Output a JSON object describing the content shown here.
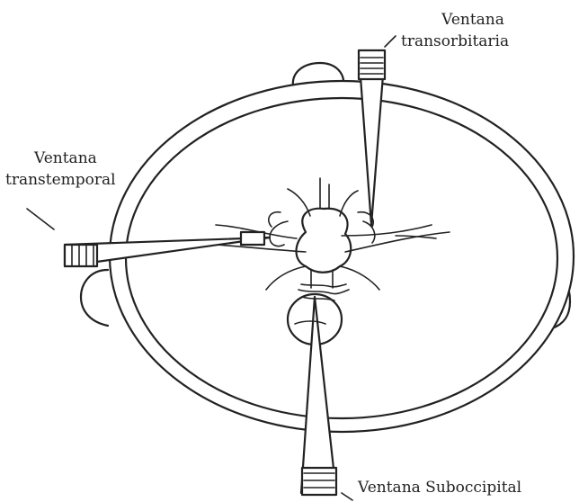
{
  "labels": {
    "transorbital": [
      "Ventana",
      "transorbitaria"
    ],
    "transtemporal": [
      "Ventana",
      "transtemporal"
    ],
    "suboccipital": "Ventana Suboccipital"
  }
}
